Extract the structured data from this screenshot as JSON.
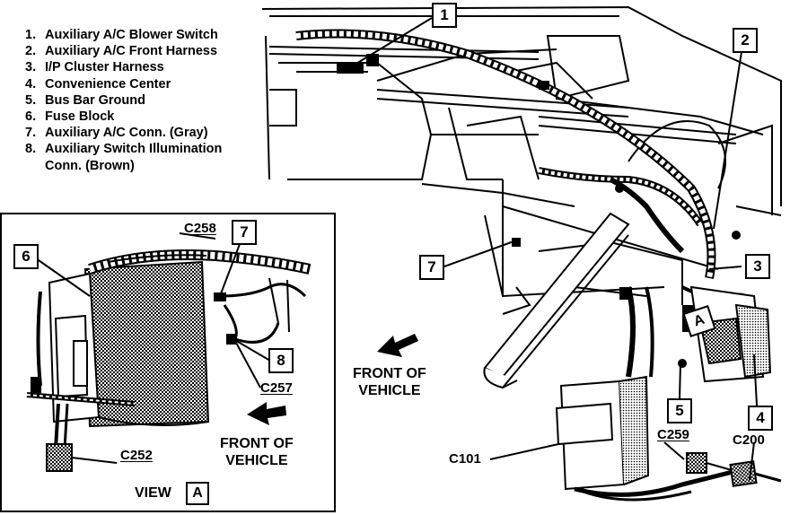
{
  "legend": [
    {
      "num": "1.",
      "text": "Auxiliary A/C Blower Switch"
    },
    {
      "num": "2.",
      "text": "Auxiliary A/C Front Harness"
    },
    {
      "num": "3.",
      "text": "I/P Cluster Harness"
    },
    {
      "num": "4.",
      "text": "Convenience Center"
    },
    {
      "num": "5.",
      "text": "Bus Bar Ground"
    },
    {
      "num": "6.",
      "text": "Fuse Block"
    },
    {
      "num": "7.",
      "text": "Auxiliary A/C Conn. (Gray)"
    },
    {
      "num": "8.",
      "text": "Auxiliary Switch Illumination",
      "text2": "Conn. (Brown)"
    }
  ],
  "callouts": {
    "c1": "1",
    "c2": "2",
    "c3": "3",
    "c4": "4",
    "c5": "5",
    "c6": "6",
    "c7_main": "7",
    "c7_view": "7",
    "c8": "8"
  },
  "connectors": {
    "c258": "C258",
    "c257": "C257",
    "c252": "C252",
    "c101": "C101",
    "c259": "C259",
    "c200": "C200"
  },
  "front_labels": {
    "main_line1": "FRONT OF",
    "main_line2": "VEHICLE",
    "view_line1": "FRONT OF",
    "view_line2": "VEHICLE"
  },
  "view": {
    "title": "VIEW",
    "letter": "A"
  },
  "main_view_marker": "A"
}
